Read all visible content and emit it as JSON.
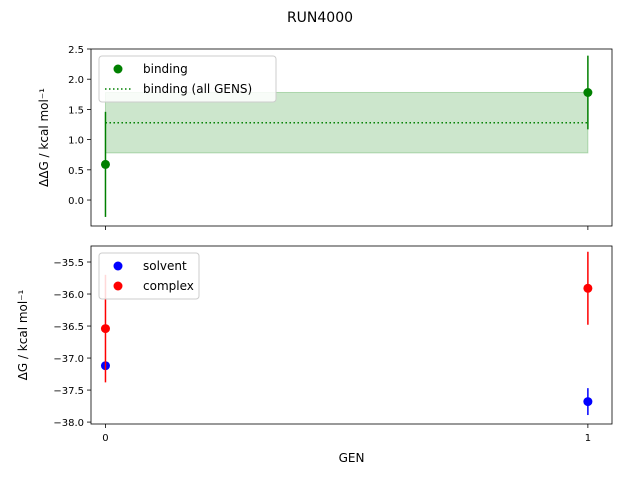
{
  "chart_data": [
    {
      "type": "scatter",
      "suptitle": "RUN4000",
      "xlabel": "",
      "ylabel": "ΔΔG / kcal mol⁻¹",
      "xlim": [
        -0.03,
        1.05
      ],
      "ylim": [
        -0.43,
        2.5
      ],
      "yticks": [
        2.5,
        2.0,
        1.5,
        1.0,
        0.5,
        0.0
      ],
      "ytick_labels": [
        "2.5",
        "2.0",
        "1.5",
        "1.0",
        "0.5",
        "0.0"
      ],
      "series": [
        {
          "name": "binding",
          "color": "#008000",
          "x": [
            0,
            1
          ],
          "y": [
            0.59,
            1.78
          ],
          "err": [
            0.87,
            0.61
          ]
        }
      ],
      "band": {
        "name": "binding (all GENS)",
        "color": "#008000",
        "x": [
          0,
          1
        ],
        "value": 1.28,
        "low": 0.78,
        "high": 1.78
      },
      "legend_position": "upper-left"
    },
    {
      "type": "scatter",
      "xlabel": "GEN",
      "ylabel": "ΔG / kcal mol⁻¹",
      "xlim": [
        -0.03,
        1.05
      ],
      "ylim": [
        -38.03,
        -35.25
      ],
      "yticks": [
        -35.5,
        -36.0,
        -36.5,
        -37.0,
        -37.5,
        -38.0
      ],
      "ytick_labels": [
        "−35.5",
        "−36.0",
        "−36.5",
        "−37.0",
        "−37.5",
        "−38.0"
      ],
      "xticks": [
        0,
        1
      ],
      "xtick_labels": [
        "0",
        "1"
      ],
      "series": [
        {
          "name": "solvent",
          "color": "#0000ff",
          "x": [
            0,
            1
          ],
          "y": [
            -37.12,
            -37.68
          ],
          "err": [
            0.05,
            0.21
          ]
        },
        {
          "name": "complex",
          "color": "#ff0000",
          "x": [
            0,
            1
          ],
          "y": [
            -36.54,
            -35.91
          ],
          "err": [
            0.84,
            0.57
          ]
        }
      ],
      "legend_position": "upper-left"
    }
  ]
}
